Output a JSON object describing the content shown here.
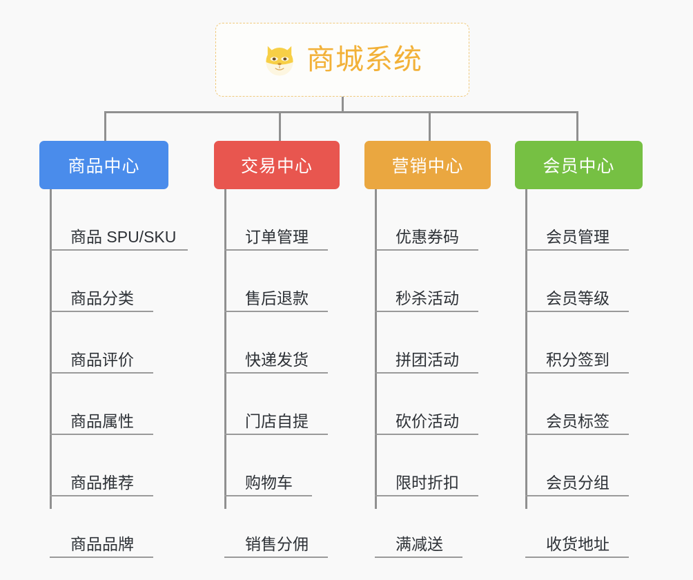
{
  "root": {
    "label": "商城系统",
    "icon": "shiba-dog-face-icon",
    "text_color": "#f2b138",
    "border_color": "#f0c97b"
  },
  "background_color": "#f9f9f9",
  "connector_color": "#909090",
  "categories": [
    {
      "label": "商品中心",
      "color": "#4a8ceb",
      "items": [
        "商品 SPU/SKU",
        "商品分类",
        "商品评价",
        "商品属性",
        "商品推荐",
        "商品品牌"
      ]
    },
    {
      "label": "交易中心",
      "color": "#e8564f",
      "items": [
        "订单管理",
        "售后退款",
        "快递发货",
        "门店自提",
        "购物车",
        "销售分佣"
      ]
    },
    {
      "label": "营销中心",
      "color": "#eaa740",
      "items": [
        "优惠券码",
        "秒杀活动",
        "拼团活动",
        "砍价活动",
        "限时折扣",
        "满减送"
      ]
    },
    {
      "label": "会员中心",
      "color": "#76c043",
      "items": [
        "会员管理",
        "会员等级",
        "积分签到",
        "会员标签",
        "会员分组",
        "收货地址"
      ]
    }
  ]
}
